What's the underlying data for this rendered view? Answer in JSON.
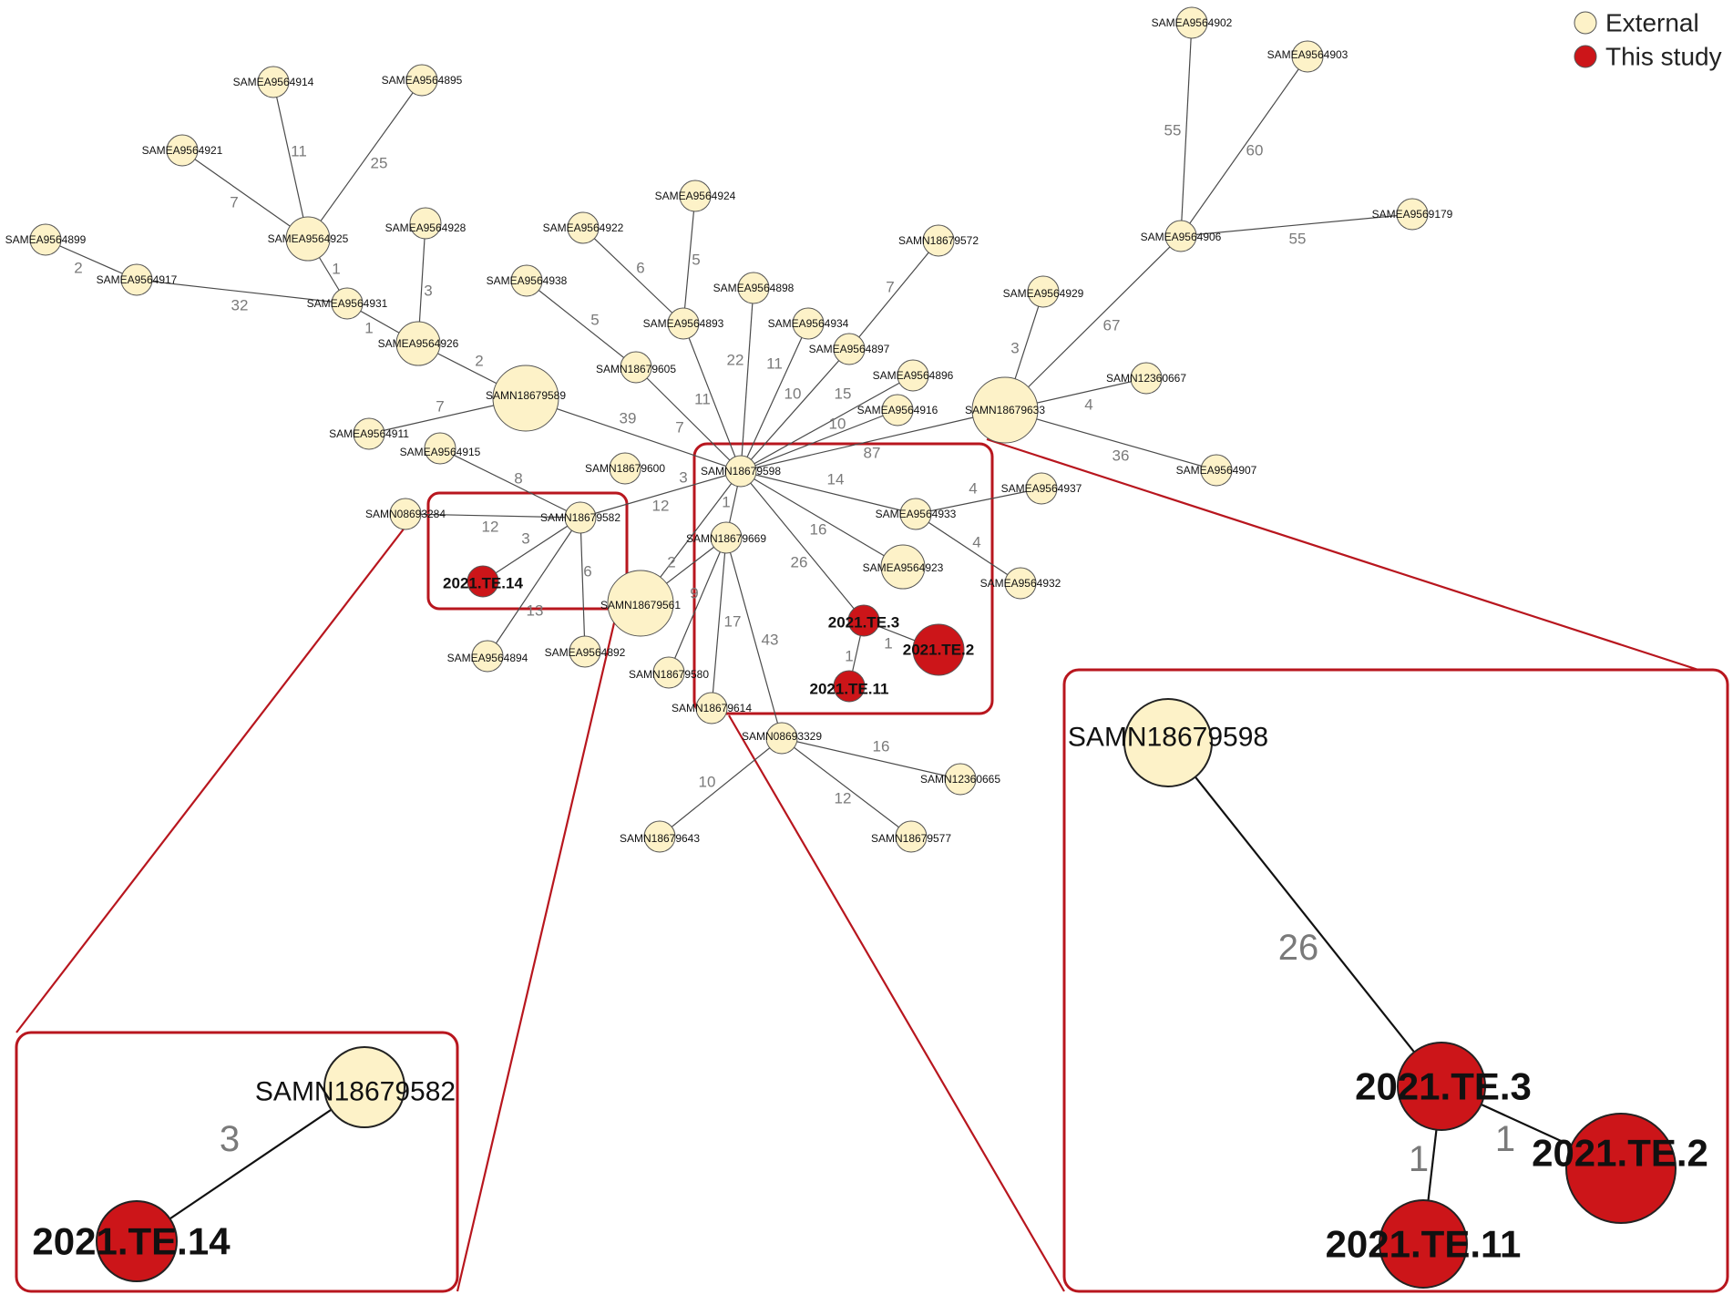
{
  "figure": {
    "colors": {
      "external": "#fdf2c8",
      "this_study": "#cc1519",
      "highlight": "#b8161e"
    },
    "legend": [
      {
        "key": "external",
        "label": "External"
      },
      {
        "key": "this_study",
        "label": "This study"
      }
    ],
    "nodes": [
      {
        "id": "SAMEA9564902",
        "group": "external",
        "size": "small"
      },
      {
        "id": "SAMEA9564903",
        "group": "external",
        "size": "small"
      },
      {
        "id": "SAMEA9564914",
        "group": "external",
        "size": "small"
      },
      {
        "id": "SAMEA9564895",
        "group": "external",
        "size": "small"
      },
      {
        "id": "SAMEA9564921",
        "group": "external",
        "size": "small"
      },
      {
        "id": "SAMEA9564925",
        "group": "external",
        "size": "medium"
      },
      {
        "id": "SAMEA9564899",
        "group": "external",
        "size": "small"
      },
      {
        "id": "SAMEA9564917",
        "group": "external",
        "size": "small"
      },
      {
        "id": "SAMEA9564931",
        "group": "external",
        "size": "small"
      },
      {
        "id": "SAMEA9564928",
        "group": "external",
        "size": "small"
      },
      {
        "id": "SAMEA9564926",
        "group": "external",
        "size": "medium"
      },
      {
        "id": "SAMN18679589",
        "group": "external",
        "size": "large"
      },
      {
        "id": "SAMEA9564911",
        "group": "external",
        "size": "small"
      },
      {
        "id": "SAMEA9564915",
        "group": "external",
        "size": "small"
      },
      {
        "id": "SAMN08693284",
        "group": "external",
        "size": "small"
      },
      {
        "id": "SAMN18679582",
        "group": "external",
        "size": "small"
      },
      {
        "id": "2021.TE.14",
        "group": "this_study",
        "size": "small"
      },
      {
        "id": "SAMEA9564894",
        "group": "external",
        "size": "small"
      },
      {
        "id": "SAMEA9564892",
        "group": "external",
        "size": "small"
      },
      {
        "id": "SAMN18679561",
        "group": "external",
        "size": "large"
      },
      {
        "id": "SAMEA9564924",
        "group": "external",
        "size": "small"
      },
      {
        "id": "SAMEA9564922",
        "group": "external",
        "size": "small"
      },
      {
        "id": "SAMEA9564938",
        "group": "external",
        "size": "small"
      },
      {
        "id": "SAMEA9564893",
        "group": "external",
        "size": "small"
      },
      {
        "id": "SAMEA9564898",
        "group": "external",
        "size": "small"
      },
      {
        "id": "SAMN18679605",
        "group": "external",
        "size": "small"
      },
      {
        "id": "SAMEA9564934",
        "group": "external",
        "size": "small"
      },
      {
        "id": "SAMEA9564897",
        "group": "external",
        "size": "small"
      },
      {
        "id": "SAMN18679572",
        "group": "external",
        "size": "small"
      },
      {
        "id": "SAMEA9564896",
        "group": "external",
        "size": "small"
      },
      {
        "id": "SAMEA9564916",
        "group": "external",
        "size": "small"
      },
      {
        "id": "SAMN18679600",
        "group": "external",
        "size": "small"
      },
      {
        "id": "SAMN18679598",
        "group": "external",
        "size": "small"
      },
      {
        "id": "SAMN18679669",
        "group": "external",
        "size": "small"
      },
      {
        "id": "SAMEA9564933",
        "group": "external",
        "size": "small"
      },
      {
        "id": "SAMEA9564923",
        "group": "external",
        "size": "medium"
      },
      {
        "id": "2021.TE.3",
        "group": "this_study",
        "size": "small"
      },
      {
        "id": "2021.TE.2",
        "group": "this_study",
        "size": "medium"
      },
      {
        "id": "2021.TE.11",
        "group": "this_study",
        "size": "small"
      },
      {
        "id": "SAMN18679580",
        "group": "external",
        "size": "small"
      },
      {
        "id": "SAMN18679614",
        "group": "external",
        "size": "small"
      },
      {
        "id": "SAMN08693329",
        "group": "external",
        "size": "small"
      },
      {
        "id": "SAMN12360665",
        "group": "external",
        "size": "small"
      },
      {
        "id": "SAMN18679643",
        "group": "external",
        "size": "small"
      },
      {
        "id": "SAMN18679577",
        "group": "external",
        "size": "small"
      },
      {
        "id": "SAMEA9564906",
        "group": "external",
        "size": "small"
      },
      {
        "id": "SAMEA9569179",
        "group": "external",
        "size": "small"
      },
      {
        "id": "SAMEA9564929",
        "group": "external",
        "size": "small"
      },
      {
        "id": "SAMN18679633",
        "group": "external",
        "size": "large"
      },
      {
        "id": "SAMN12360667",
        "group": "external",
        "size": "small"
      },
      {
        "id": "SAMEA9564907",
        "group": "external",
        "size": "small"
      },
      {
        "id": "SAMEA9564937",
        "group": "external",
        "size": "small"
      },
      {
        "id": "SAMEA9564932",
        "group": "external",
        "size": "small"
      }
    ],
    "edges": [
      {
        "source": "SAMEA9564914",
        "target": "SAMEA9564925",
        "weight": "11"
      },
      {
        "source": "SAMEA9564895",
        "target": "SAMEA9564925",
        "weight": "25"
      },
      {
        "source": "SAMEA9564921",
        "target": "SAMEA9564925",
        "weight": "7"
      },
      {
        "source": "SAMEA9564925",
        "target": "SAMEA9564931",
        "weight": "1"
      },
      {
        "source": "SAMEA9564899",
        "target": "SAMEA9564917",
        "weight": "2"
      },
      {
        "source": "SAMEA9564917",
        "target": "SAMEA9564931",
        "weight": "32"
      },
      {
        "source": "SAMEA9564931",
        "target": "SAMEA9564926",
        "weight": "1"
      },
      {
        "source": "SAMEA9564928",
        "target": "SAMEA9564926",
        "weight": "3"
      },
      {
        "source": "SAMEA9564926",
        "target": "SAMN18679589",
        "weight": "2"
      },
      {
        "source": "SAMEA9564911",
        "target": "SAMN18679589",
        "weight": "7"
      },
      {
        "source": "SAMN18679589",
        "target": "SAMN18679598",
        "weight": "39"
      },
      {
        "source": "SAMEA9564915",
        "target": "SAMN18679582",
        "weight": "8"
      },
      {
        "source": "SAMN08693284",
        "target": "SAMN18679582",
        "weight": "12"
      },
      {
        "source": "SAMN18679582",
        "target": "2021.TE.14",
        "weight": "3"
      },
      {
        "source": "SAMN18679582",
        "target": "SAMEA9564894",
        "weight": "13"
      },
      {
        "source": "SAMN18679582",
        "target": "SAMEA9564892",
        "weight": "6"
      },
      {
        "source": "SAMN18679582",
        "target": "SAMN18679598",
        "weight": "3"
      },
      {
        "source": "SAMN18679561",
        "target": "SAMN18679598",
        "weight": "12"
      },
      {
        "source": "SAMEA9564924",
        "target": "SAMEA9564893",
        "weight": "5"
      },
      {
        "source": "SAMEA9564922",
        "target": "SAMEA9564893",
        "weight": "6"
      },
      {
        "source": "SAMEA9564893",
        "target": "SAMN18679598",
        "weight": "11"
      },
      {
        "source": "SAMEA9564938",
        "target": "SAMN18679605",
        "weight": "5"
      },
      {
        "source": "SAMN18679605",
        "target": "SAMN18679598",
        "weight": "7"
      },
      {
        "source": "SAMEA9564898",
        "target": "SAMN18679598",
        "weight": "22"
      },
      {
        "source": "SAMEA9564934",
        "target": "SAMN18679598",
        "weight": "11"
      },
      {
        "source": "SAMEA9564897",
        "target": "SAMN18679598",
        "weight": "10"
      },
      {
        "source": "SAMN18679572",
        "target": "SAMEA9564897",
        "weight": "7"
      },
      {
        "source": "SAMEA9564896",
        "target": "SAMN18679598",
        "weight": "15"
      },
      {
        "source": "SAMEA9564916",
        "target": "SAMN18679598",
        "weight": "10"
      },
      {
        "source": "SAMN18679633",
        "target": "SAMN18679598",
        "weight": "87"
      },
      {
        "source": "SAMN18679598",
        "target": "SAMN18679669",
        "weight": "1"
      },
      {
        "source": "SAMN18679598",
        "target": "SAMEA9564933",
        "weight": "14"
      },
      {
        "source": "SAMN18679598",
        "target": "SAMEA9564923",
        "weight": "16"
      },
      {
        "source": "SAMN18679598",
        "target": "2021.TE.3",
        "weight": "26"
      },
      {
        "source": "2021.TE.3",
        "target": "2021.TE.2",
        "weight": "1"
      },
      {
        "source": "2021.TE.3",
        "target": "2021.TE.11",
        "weight": "1"
      },
      {
        "source": "SAMN18679669",
        "target": "SAMN18679561",
        "weight": "2"
      },
      {
        "source": "SAMN18679669",
        "target": "SAMN18679580",
        "weight": "9"
      },
      {
        "source": "SAMN18679669",
        "target": "SAMN18679614",
        "weight": "17"
      },
      {
        "source": "SAMN18679669",
        "target": "SAMN08693329",
        "weight": "43"
      },
      {
        "source": "SAMN08693329",
        "target": "SAMN12360665",
        "weight": "16"
      },
      {
        "source": "SAMN08693329",
        "target": "SAMN18679643",
        "weight": "10"
      },
      {
        "source": "SAMN08693329",
        "target": "SAMN18679577",
        "weight": "12"
      },
      {
        "source": "SAMEA9564902",
        "target": "SAMEA9564906",
        "weight": "55"
      },
      {
        "source": "SAMEA9564903",
        "target": "SAMEA9564906",
        "weight": "60"
      },
      {
        "source": "SAMEA9564906",
        "target": "SAMEA9569179",
        "weight": "55"
      },
      {
        "source": "SAMEA9564906",
        "target": "SAMN18679633",
        "weight": "67"
      },
      {
        "source": "SAMEA9564929",
        "target": "SAMN18679633",
        "weight": "3"
      },
      {
        "source": "SAMN18679633",
        "target": "SAMN12360667",
        "weight": "4"
      },
      {
        "source": "SAMN18679633",
        "target": "SAMEA9564907",
        "weight": "36"
      },
      {
        "source": "SAMEA9564933",
        "target": "SAMEA9564937",
        "weight": "4"
      },
      {
        "source": "SAMEA9564933",
        "target": "SAMEA9564932",
        "weight": "4"
      }
    ],
    "insets": [
      {
        "id": "left",
        "nodes": [
          "SAMN18679582",
          "2021.TE.14"
        ],
        "edges": [
          {
            "source": "SAMN18679582",
            "target": "2021.TE.14",
            "weight": "3"
          }
        ]
      },
      {
        "id": "right",
        "nodes": [
          "SAMN18679598",
          "2021.TE.3",
          "2021.TE.2",
          "2021.TE.11"
        ],
        "edges": [
          {
            "source": "SAMN18679598",
            "target": "2021.TE.3",
            "weight": "26"
          },
          {
            "source": "2021.TE.3",
            "target": "2021.TE.2",
            "weight": "1"
          },
          {
            "source": "2021.TE.3",
            "target": "2021.TE.11",
            "weight": "1"
          }
        ]
      }
    ]
  }
}
